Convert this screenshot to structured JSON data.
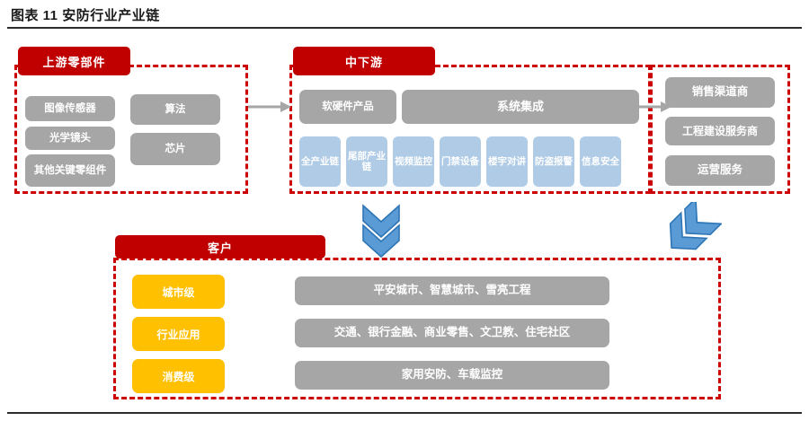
{
  "figure": {
    "title": "图表 11  安防行业产业链"
  },
  "sections": {
    "upstream": {
      "header": "上游零部件",
      "left_items": [
        "图像传感器",
        "光学镜头",
        "其他关键零组件"
      ],
      "right_items": [
        "算法",
        "芯片"
      ]
    },
    "midstream": {
      "header": "中下游",
      "top_items": [
        "软硬件产品",
        "系统集成"
      ],
      "sub_items": [
        "全产业链",
        "尾部产业链",
        "视频监控",
        "门禁设备",
        "楼宇对讲",
        "防盗报警",
        "信息安全"
      ]
    },
    "channel": {
      "items": [
        "销售渠道商",
        "工程建设服务商",
        "运营服务"
      ]
    },
    "customer": {
      "header": "客户",
      "tiers": [
        "城市级",
        "行业应用",
        "消费级"
      ],
      "details": [
        "平安城市、智慧城市、雪亮工程",
        "交通、银行金融、商业零售、文卫教、住宅社区",
        "家用安防、车载监控"
      ]
    }
  },
  "arrows": {
    "upstream_to_mid": "arrow-right",
    "mid_to_channel": "arrow-right",
    "mid_to_customer": "double-chevron-down",
    "channel_to_customer": "double-chevron-down-left"
  },
  "colors": {
    "red": "#C00000",
    "dashed_red": "#CC0000",
    "gray": "#A6A6A6",
    "blue": "#AFCBE5",
    "yellow": "#FFC000",
    "chevron_blue": "#5B9BD5",
    "chevron_blue_stroke": "#2E75B6",
    "arrow_gray": "#A6A6A6"
  }
}
